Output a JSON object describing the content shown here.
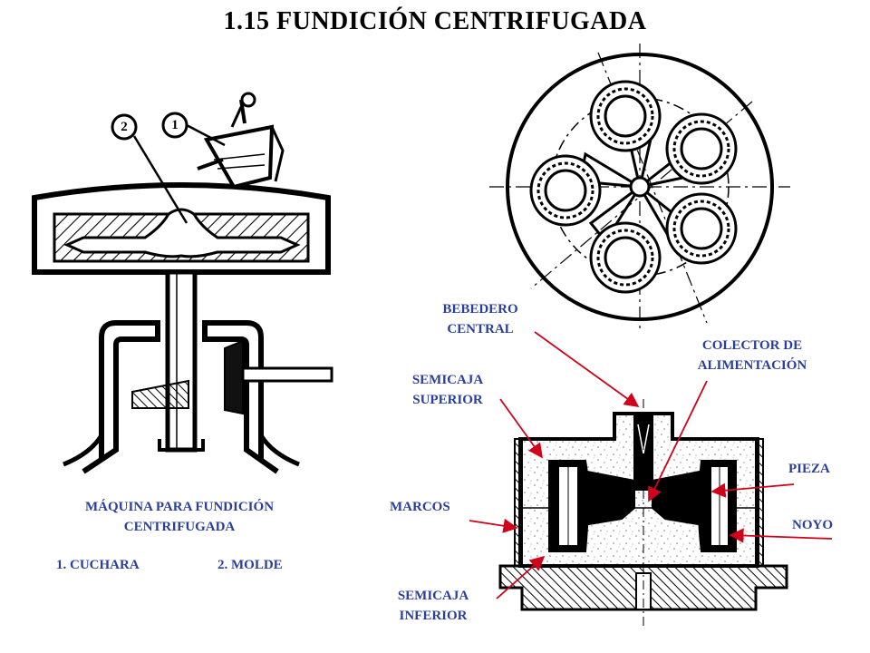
{
  "title": "1.15   FUNDICIÓN CENTRIFUGADA",
  "left_figure": {
    "caption_line1": "MÁQUINA PARA FUNDICIÓN",
    "caption_line2": "CENTRIFUGADA",
    "legend_1": "1. CUCHARA",
    "legend_2": "2. MOLDE",
    "callout_1": "1",
    "callout_2": "2"
  },
  "right_figure": {
    "bebedero_line1": "BEBEDERO",
    "bebedero_line2": "CENTRAL",
    "colector_line1": "COLECTOR DE",
    "colector_line2": "ALIMENTACIÓN",
    "semicaja_sup_line1": "SEMICAJA",
    "semicaja_sup_line2": "SUPERIOR",
    "pieza": "PIEZA",
    "marcos": "MARCOS",
    "noyo": "NOYO",
    "semicaja_inf_line1": "SEMICAJA",
    "semicaja_inf_line2": "INFERIOR"
  },
  "colors": {
    "label": "#2a3f9d",
    "arrow": "#d0021b",
    "drawing": "#000000"
  }
}
